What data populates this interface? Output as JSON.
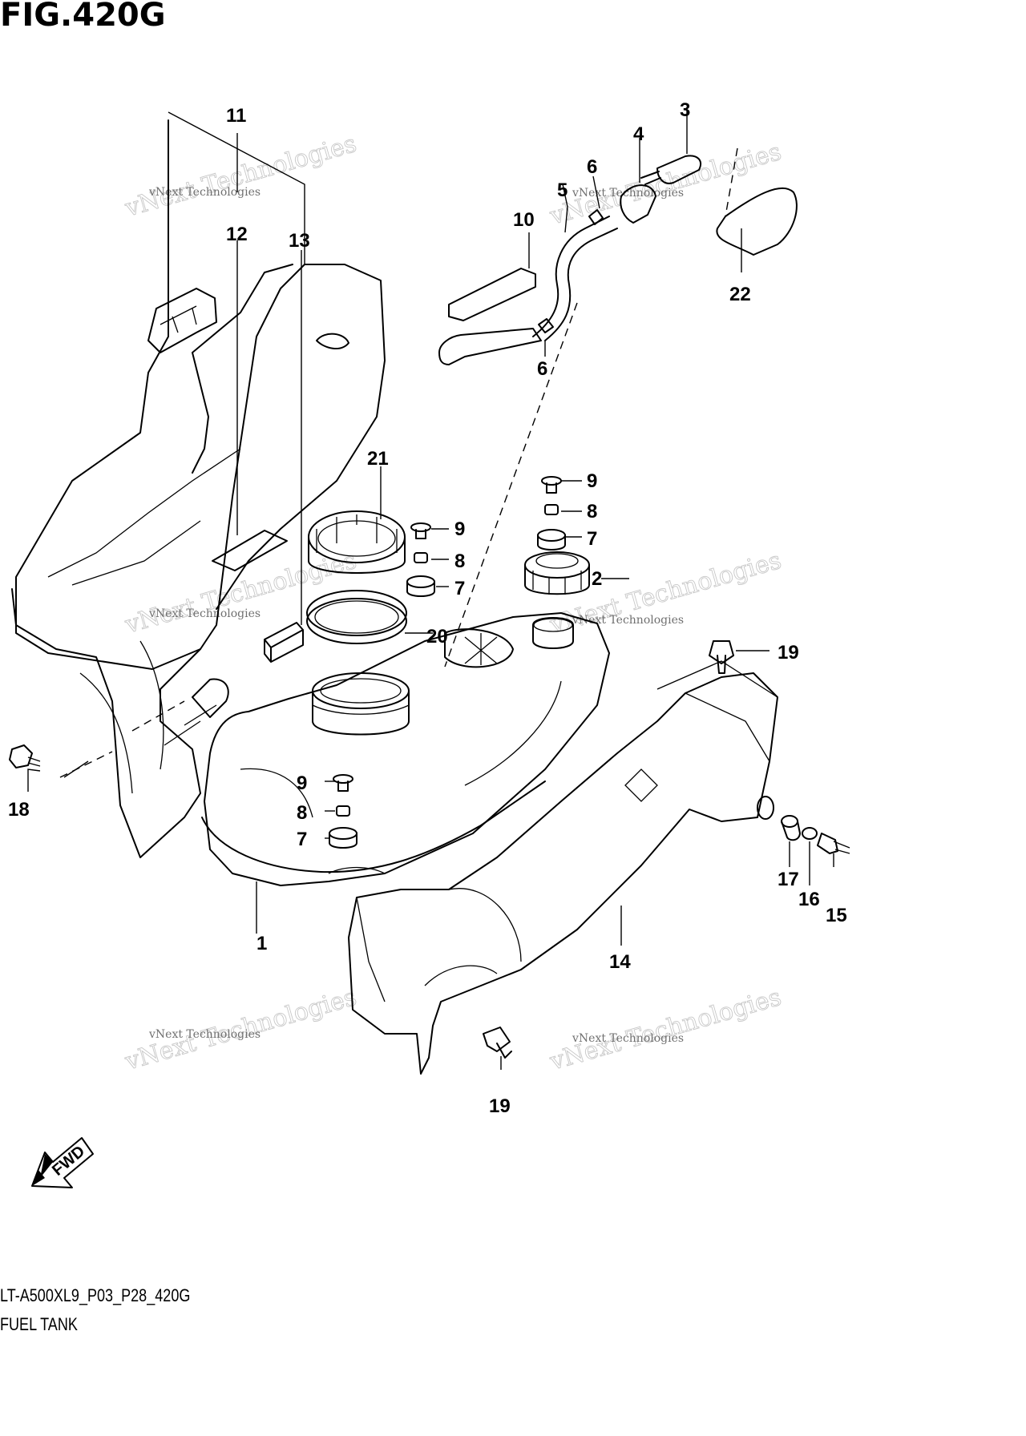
{
  "figure": {
    "title": "FIG.420G",
    "code": "LT-A500XL9_P03_P28_420G",
    "description": "FUEL TANK",
    "fwd_label": "FWD"
  },
  "watermark": {
    "big": "vNext Technologies",
    "small": "vNext Technologies"
  },
  "callouts": [
    {
      "id": "1",
      "label": "1"
    },
    {
      "id": "2",
      "label": "2"
    },
    {
      "id": "3",
      "label": "3"
    },
    {
      "id": "4",
      "label": "4"
    },
    {
      "id": "5",
      "label": "5"
    },
    {
      "id": "6a",
      "label": "6"
    },
    {
      "id": "6b",
      "label": "6"
    },
    {
      "id": "7a",
      "label": "7"
    },
    {
      "id": "7b",
      "label": "7"
    },
    {
      "id": "7c",
      "label": "7"
    },
    {
      "id": "8a",
      "label": "8"
    },
    {
      "id": "8b",
      "label": "8"
    },
    {
      "id": "8c",
      "label": "8"
    },
    {
      "id": "9a",
      "label": "9"
    },
    {
      "id": "9b",
      "label": "9"
    },
    {
      "id": "9c",
      "label": "9"
    },
    {
      "id": "10",
      "label": "10"
    },
    {
      "id": "11",
      "label": "11"
    },
    {
      "id": "12",
      "label": "12"
    },
    {
      "id": "13",
      "label": "13"
    },
    {
      "id": "14",
      "label": "14"
    },
    {
      "id": "15",
      "label": "15"
    },
    {
      "id": "16",
      "label": "16"
    },
    {
      "id": "17",
      "label": "17"
    },
    {
      "id": "18",
      "label": "18"
    },
    {
      "id": "19a",
      "label": "19"
    },
    {
      "id": "19b",
      "label": "19"
    },
    {
      "id": "20",
      "label": "20"
    },
    {
      "id": "21",
      "label": "21"
    },
    {
      "id": "22",
      "label": "22"
    }
  ]
}
